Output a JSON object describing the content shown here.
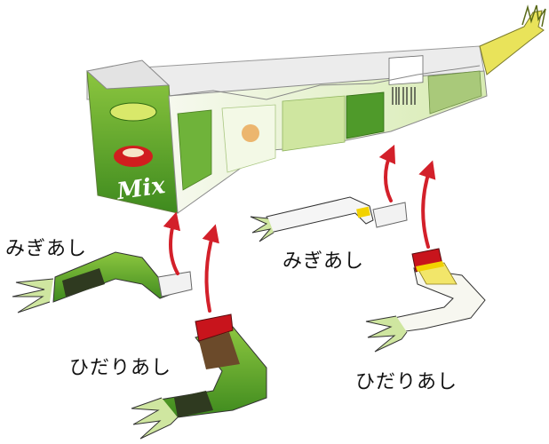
{
  "labels": {
    "right_front": "みぎあし",
    "right_back": "みぎあし",
    "left_front": "ひだりあし",
    "left_back": "ひだりあし"
  },
  "box_text": {
    "mix": "Mix"
  },
  "icons": [
    "arrow-up-icon"
  ],
  "colors": {
    "arrow": "#d3202a",
    "green": "#5aa02c",
    "light_green": "#b9dc7a",
    "tab_red": "#c8141c",
    "tab_yellow": "#f2d200"
  }
}
